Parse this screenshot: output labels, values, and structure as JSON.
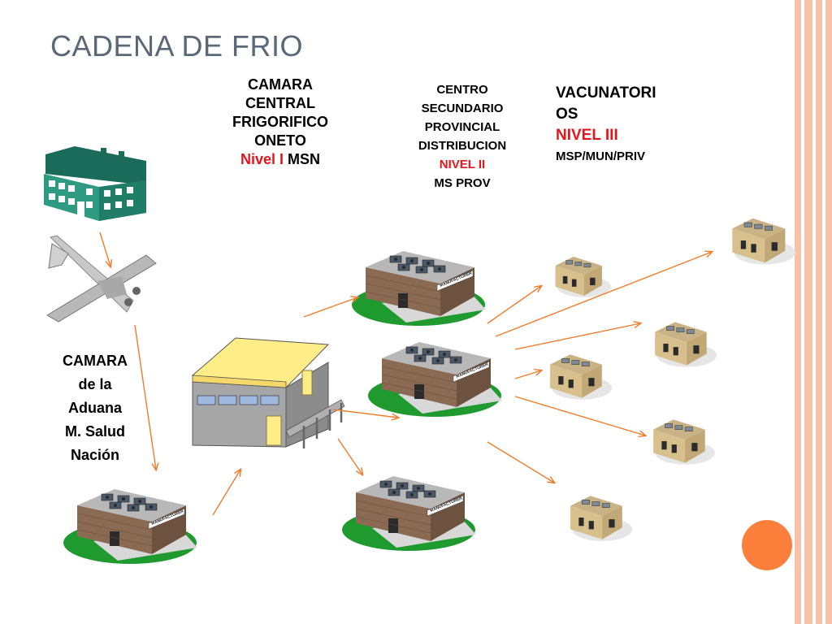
{
  "slide": {
    "title": "CADENA DE FRIO",
    "accent_color": "#fc7f3c",
    "stripe_color": "#f7c2aa"
  },
  "labels": {
    "camara_central": {
      "lines": [
        "CAMARA",
        "CENTRAL",
        "FRIGORIFICO",
        "ONETO"
      ],
      "level": "Nivel I",
      "org": " MSN"
    },
    "centro_secundario": {
      "lines": [
        "CENTRO",
        "SECUNDARIO",
        "PROVINCIAL",
        "DISTRIBUCION"
      ],
      "level": "NIVEL II",
      "org": "MS PROV"
    },
    "vacunatorios": {
      "lines": [
        "VACUNATORI",
        "OS"
      ],
      "level": "NIVEL III",
      "org": "MSP/MUN/PRIV"
    },
    "camara_aduana": {
      "lines": [
        "CAMARA",
        "de la",
        "Aduana",
        "M. Salud",
        "Nación"
      ]
    }
  },
  "icons": {
    "factory": "factory-icon",
    "plane": "airplane-icon",
    "warehouse": "warehouse-icon",
    "manufacturer": "manufacturer-building-icon",
    "small_building": "small-building-icon"
  },
  "manufacturer_sign": "MANUFACTURER",
  "arrow_color": "#f07c2a"
}
